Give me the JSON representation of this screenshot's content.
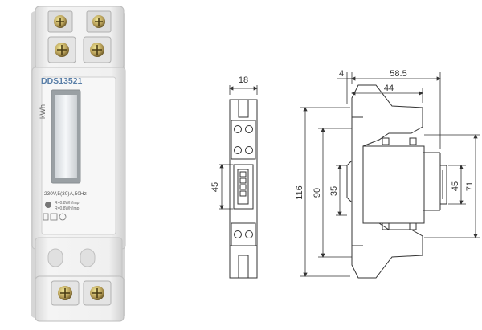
{
  "product": {
    "model": "DDS13521",
    "unit_label": "kWh",
    "rating": "230V,5(30)A,50Hz",
    "spec_line_1": "R=0.8Wh/imp",
    "spec_line_2": "R=0.8Wh/imp"
  },
  "front_view": {
    "width_dim": "18",
    "height_dim": "45"
  },
  "side_view": {
    "offset_dim": "4",
    "overall_depth_dim": "58.5",
    "depth_dim": "44",
    "total_height_dim": "116",
    "body_height_dim": "90",
    "lower_dim": "35",
    "face_height_dim": "45",
    "rail_height_dim": "71"
  },
  "colors": {
    "line": "#333333",
    "housing": "#eeeeee",
    "terminal": "#b9a15a"
  }
}
